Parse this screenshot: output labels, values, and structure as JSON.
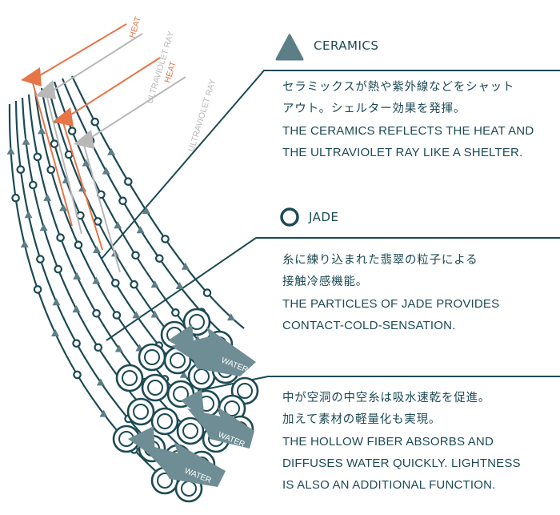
{
  "colors": {
    "fiber": "#1c4a55",
    "heat": "#e67548",
    "uv": "#b8b8b8",
    "ceramic_grey": "#5b7e87",
    "water_arrow": "#6f8d95"
  },
  "ray_labels": {
    "heat_1": "HEAT",
    "uv_1": "ULTRAVIOLET RAY",
    "heat_2": "HEAT",
    "uv_2": "ULTRAVIOLET RAY"
  },
  "water_labels": [
    "WATER",
    "WATER",
    "WATER"
  ],
  "ceramics": {
    "title": "CERAMICS",
    "jp_lines": [
      "セラミックスが熱や紫外線などをシャット",
      "アウト。シェルター効果を発揮。"
    ],
    "en_lines": [
      "THE CERAMICS REFLECTS THE HEAT AND",
      "THE ULTRAVIOLET RAY LIKE A SHELTER."
    ]
  },
  "jade": {
    "title": "JADE",
    "jp_lines": [
      "糸に練り込まれた翡翠の粒子による",
      "接触冷感機能。"
    ],
    "en_lines": [
      "THE PARTICLES OF JADE  PROVIDES",
      "CONTACT-COLD-SENSATION."
    ]
  },
  "hollow": {
    "jp_lines": [
      "中が空洞の中空糸は吸水速乾を促進。",
      "加えて素材の軽量化も実現。"
    ],
    "en_lines": [
      "THE HOLLOW FIBER ABSORBS AND",
      "DIFFUSES WATER QUICKLY. LIGHTNESS",
      "IS ALSO AN ADDITIONAL  FUNCTION."
    ]
  }
}
